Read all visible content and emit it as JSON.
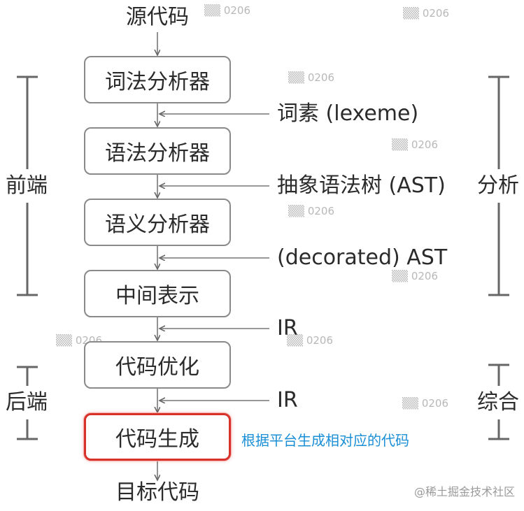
{
  "diagram": {
    "source": "源代码",
    "target": "目标代码",
    "stages": [
      "词法分析器",
      "语法分析器",
      "语义分析器",
      "中间表示",
      "代码优化",
      "代码生成"
    ],
    "highlighted_stage": "代码生成",
    "outputs": [
      "词素 (lexeme)",
      "抽象语法树 (AST)",
      "(decorated) AST",
      "IR",
      "IR"
    ],
    "left_groups": {
      "frontend": "前端",
      "backend": "后端"
    },
    "right_groups": {
      "analysis": "分析",
      "synthesis": "综合"
    },
    "annotation": "根据平台生成相对应的代码",
    "colors": {
      "highlight_border": "#d8322b",
      "annotation": "#1a8fd6",
      "box_border": "#8a8a8a"
    }
  },
  "watermark": "@稀土掘金技术社区"
}
